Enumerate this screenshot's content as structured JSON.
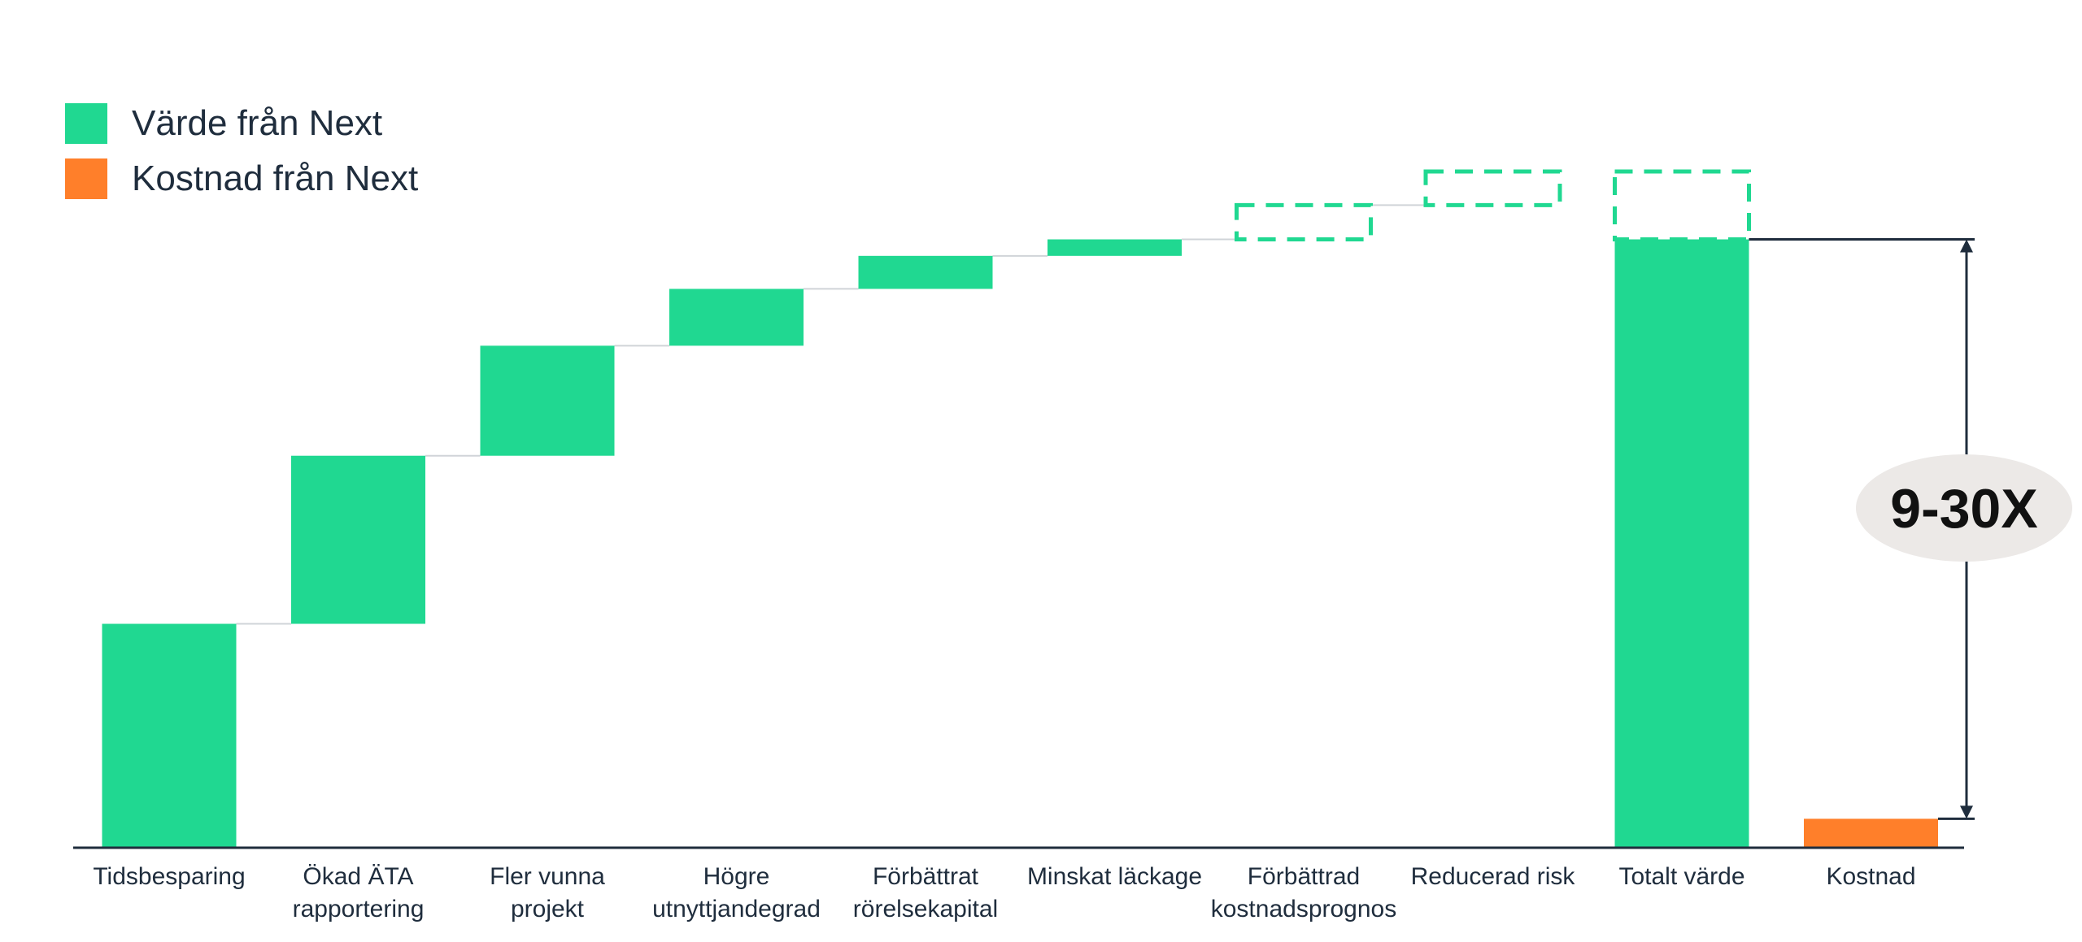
{
  "legend": {
    "value_label": "Värde från Next",
    "cost_label": "Kostnad från Next"
  },
  "colors": {
    "value": "#20d891",
    "cost": "#ff7f2a",
    "axis": "#1f2d3d",
    "connector": "#d0d4d8",
    "ratio_badge": "#ece9e7"
  },
  "ratio_label": "9-30X",
  "chart_data": {
    "type": "bar",
    "subtype": "waterfall",
    "title": "",
    "xlabel": "",
    "ylabel": "",
    "ylim": [
      0,
      100
    ],
    "grid": false,
    "legend_position": "top-left",
    "categories": [
      [
        "Tidsbesparing"
      ],
      [
        "Ökad ÄTA",
        "rapportering"
      ],
      [
        "Fler vunna",
        "projekt"
      ],
      [
        "Högre",
        "utnyttjandegrad"
      ],
      [
        "Förbättrat",
        "rörelsekapital"
      ],
      [
        "Minskat läckage"
      ],
      [
        "Förbättrad",
        "kostnadsprognos"
      ],
      [
        "Reducerad risk"
      ],
      [
        "Totalt värde"
      ],
      [
        "Kostnad"
      ]
    ],
    "bars": [
      {
        "kind": "increment",
        "series": "value",
        "start": 0,
        "end": 36.5
      },
      {
        "kind": "increment",
        "series": "value",
        "start": 36.5,
        "end": 64
      },
      {
        "kind": "increment",
        "series": "value",
        "start": 64,
        "end": 82
      },
      {
        "kind": "increment",
        "series": "value",
        "start": 82,
        "end": 91.3
      },
      {
        "kind": "increment",
        "series": "value",
        "start": 91.3,
        "end": 96.7
      },
      {
        "kind": "increment",
        "series": "value",
        "start": 96.7,
        "end": 99.4
      },
      {
        "kind": "potential",
        "series": "value",
        "start": 99.4,
        "end": 105
      },
      {
        "kind": "potential",
        "series": "value",
        "start": 105,
        "end": 110.5
      },
      {
        "kind": "total",
        "series": "value",
        "start": 0,
        "end": 99.4,
        "potential_end": 110.5
      },
      {
        "kind": "cost",
        "series": "cost",
        "start": 0,
        "end": 4.6
      }
    ]
  }
}
